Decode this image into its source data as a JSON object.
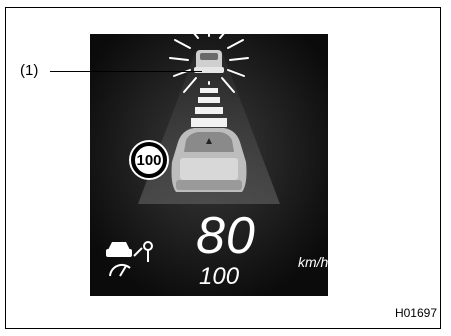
{
  "figure": {
    "callout_label": "(1)",
    "reference_code": "H01697"
  },
  "display": {
    "speed_limit_sign": "100",
    "current_speed": "80",
    "set_speed": "100",
    "speed_unit": "km/h"
  },
  "icons": {
    "lead_vehicle": "lead-vehicle-icon",
    "own_vehicle": "own-vehicle-icon",
    "distance_bars": "following-distance-bars",
    "cruise": "adaptive-cruise-icon"
  }
}
